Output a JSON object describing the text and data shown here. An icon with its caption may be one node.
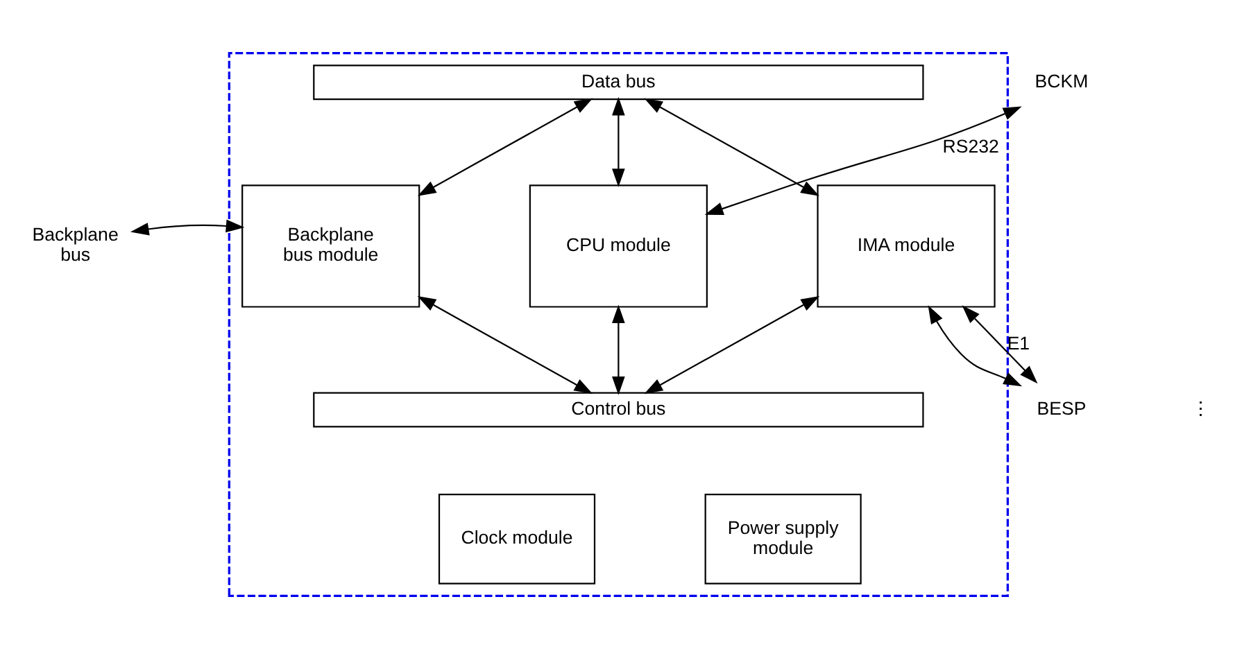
{
  "diagram": {
    "nodes": [
      {
        "text": [],
        "shape": "box"
      },
      {
        "text": [
          "Data bus"
        ],
        "in": 0
      },
      {
        "text": [
          "Backplane bus module"
        ],
        "in": 0
      },
      {
        "text": [
          "CPU module"
        ],
        "in": 0
      },
      {
        "text": [
          "IMA module"
        ],
        "in": 0
      },
      {
        "text": [
          "Control bus"
        ],
        "in": 0
      },
      {
        "text": [
          "Clock module"
        ],
        "in": 0
      },
      {
        "text": [
          "Power supply module"
        ],
        "in": 0
      },
      {
        "text": [
          "Backplane bus"
        ]
      },
      {
        "text": [
          "BCKM"
        ]
      },
      {
        "text": [
          "BESP"
        ]
      }
    ],
    "edges": [
      {
        "from": 8,
        "to": 2,
        "arrow": "both"
      },
      {
        "from": 1,
        "to": 2,
        "arrow": "both"
      },
      {
        "from": 1,
        "to": 3,
        "arrow": "both"
      },
      {
        "from": 1,
        "to": 4,
        "arrow": "both"
      },
      {
        "from": 3,
        "to": 9,
        "arrow": "both",
        "label": "RS232"
      },
      {
        "from": 4,
        "to": 10,
        "arrow": "both"
      },
      {
        "from": 4,
        "to": 10,
        "arrow": "both",
        "label": "E1"
      },
      {
        "from": 2,
        "to": 5,
        "arrow": "both"
      },
      {
        "from": 3,
        "to": 5,
        "arrow": "both"
      },
      {
        "from": 4,
        "to": 5,
        "arrow": "both"
      }
    ],
    "labels": [
      "⋮"
    ]
  }
}
